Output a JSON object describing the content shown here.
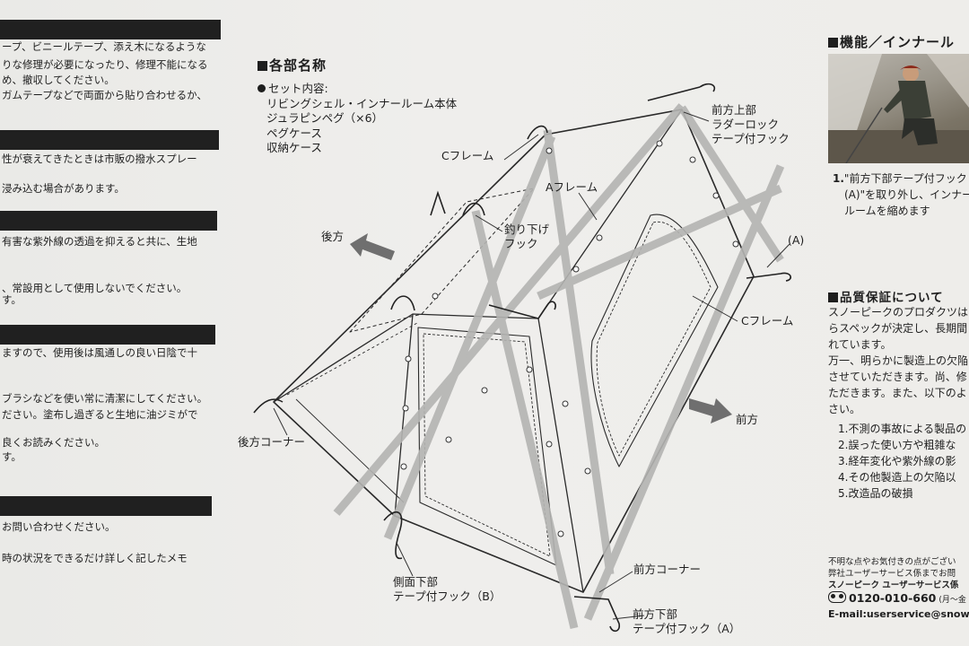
{
  "left": {
    "lines": [
      "ープ、ビニールテープ、添え木になるような",
      "りな修理が必要になったり、修理不能になる",
      "め、撤収してください。",
      "ガムテープなどで両面から貼り合わせるか、",
      "性が衰えてきたときは市販の撥水スプレー",
      "浸み込む場合があります。",
      "有害な紫外線の透過を抑えると共に、生地",
      "、常設用として使用しないでください。",
      "す。",
      "ますので、使用後は風通しの良い日陰で十",
      "ブラシなどを使い常に清潔にしてください。",
      "ださい。塗布し過ぎると生地に油ジミがで",
      "良くお読みください。",
      "す。",
      "お問い合わせください。",
      "時の状況をできるだけ詳しく記したメモ"
    ]
  },
  "parts": {
    "heading": "各部名称",
    "set_label": "セット内容:",
    "set_items": [
      "リビングシェル・インナールーム本体",
      "ジュラピンペグ（×6）",
      "ペグケース",
      "収納ケース"
    ]
  },
  "diagram": {
    "labels": {
      "front_top": [
        "前方上部",
        "ラダーロック",
        "テープ付フック"
      ],
      "c_frame_top": "Cフレーム",
      "a_frame": "Aフレーム",
      "hang_hook": [
        "釣り下げ",
        "フック"
      ],
      "rear": "後方",
      "a_marker": "(A)",
      "c_frame_right": "Cフレーム",
      "front": "前方",
      "rear_corner": "後方コーナー",
      "front_corner": "前方コーナー",
      "side_bottom": [
        "側面下部",
        "テープ付フック（B）"
      ],
      "front_bottom": [
        "前方下部",
        "テープ付フック（A）"
      ]
    }
  },
  "right": {
    "function_heading": "機能／インナール",
    "step_num": "1.",
    "step_lines": [
      "\"前方下部テープ付フック",
      "(A)\"を取り外し、インナー",
      "ルームを縮めます"
    ],
    "quality_heading": "品質保証について",
    "quality_lines": [
      "スノーピークのプロダクツは",
      "らスペックが決定し、長期間",
      "れています。",
      "万一、明らかに製造上の欠陥",
      "させていただきます。尚、修",
      "ただきます。また、以下のよ",
      "さい。"
    ],
    "quality_list": [
      "1.不測の事故による製品の",
      "2.誤った使い方や粗雑な",
      "3.経年変化や紫外線の影",
      "4.その他製造上の欠陥以",
      "5.改造品の破損"
    ],
    "contact_lines": [
      "不明な点やお気付きの点がござい",
      "弊社ユーザーサービス係までお問"
    ],
    "service_name": "スノーピーク ユーザーサービス係",
    "phone": "0120-010-660",
    "phone_suffix": "(月〜金",
    "email": "E-mail:userservice@snow"
  }
}
